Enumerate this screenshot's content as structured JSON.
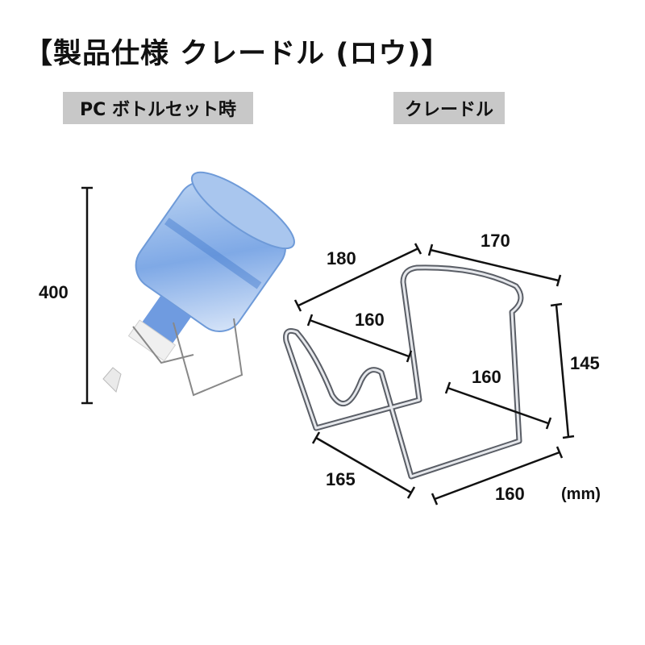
{
  "title": "【製品仕様 クレードル (ロウ)】",
  "labels": {
    "left": "PC ボトルセット時",
    "right": "クレードル"
  },
  "dimensions": {
    "bottle_height": "400",
    "cradle_top_left": "180",
    "cradle_top_right": "170",
    "cradle_inner_left": "160",
    "cradle_inner_right": "160",
    "cradle_height": "145",
    "cradle_bottom_left": "165",
    "cradle_bottom_right": "160",
    "unit": "(mm)"
  },
  "colors": {
    "label_bg": "#c8c8c8",
    "bottle_blue": "#5b8fd8",
    "wire": "#b0b4ba"
  }
}
